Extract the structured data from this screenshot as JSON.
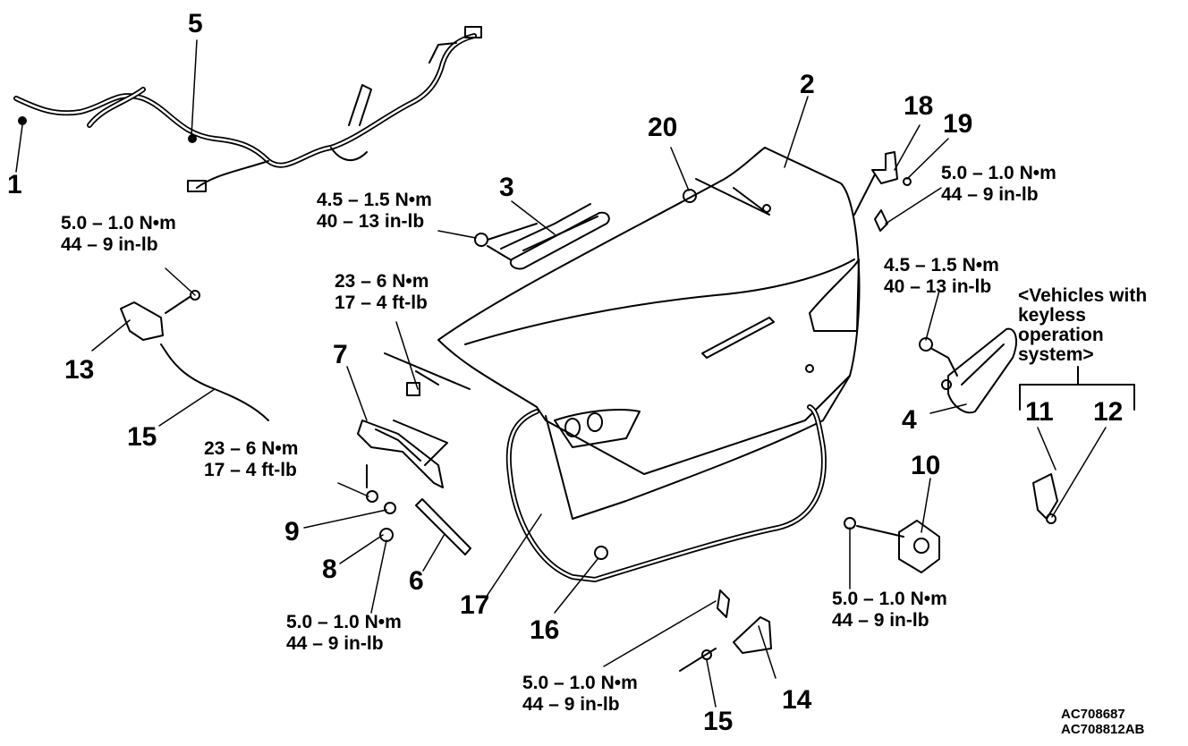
{
  "callouts": {
    "c1": "1",
    "c2": "2",
    "c3": "3",
    "c4": "4",
    "c5": "5",
    "c6": "6",
    "c7": "7",
    "c8": "8",
    "c9": "9",
    "c10": "10",
    "c11": "11",
    "c12": "12",
    "c13": "13",
    "c14": "14",
    "c15a": "15",
    "c15b": "15",
    "c16": "16",
    "c17": "17",
    "c18": "18",
    "c19": "19",
    "c20": "20"
  },
  "torques": {
    "t_top_left": [
      "5.0 – 1.0 N•m",
      "44 – 9 in-lb"
    ],
    "t_item3": [
      "4.5 – 1.5 N•m",
      "40 – 13 in-lb"
    ],
    "t_item19": [
      "5.0 – 1.0 N•m",
      "44 – 9 in-lb"
    ],
    "t_item7_upper": [
      "23 – 6 N•m",
      "17 – 4 ft-lb"
    ],
    "t_item4": [
      "4.5 – 1.5 N•m",
      "40 – 13 in-lb"
    ],
    "t_item7_lower": [
      "23 – 6 N•m",
      "17 – 4 ft-lb"
    ],
    "t_item8": [
      "5.0 – 1.0 N•m",
      "44 – 9 in-lb"
    ],
    "t_item10": [
      "5.0 – 1.0 N•m",
      "44 – 9 in-lb"
    ],
    "t_item14": [
      "5.0 – 1.0 N•m",
      "44 – 9 in-lb"
    ]
  },
  "note": {
    "keyless": [
      "<Vehicles with",
      "keyless",
      "operation",
      "system>"
    ]
  },
  "codes": [
    "AC708687",
    "AC708812AB"
  ],
  "colors": {
    "line": "#000000",
    "background": "#ffffff"
  }
}
